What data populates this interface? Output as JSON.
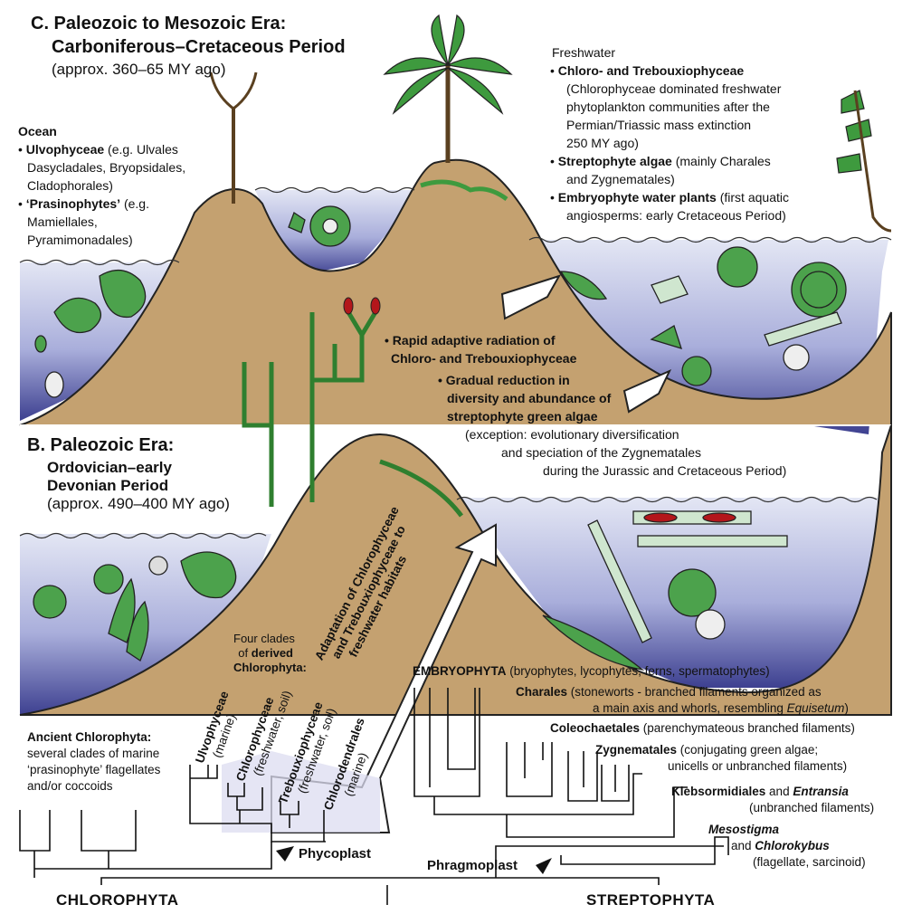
{
  "sectionC": {
    "title1": "C. Paleozoic to Mesozoic Era:",
    "title2": "Carboniferous–Cretaceous Period",
    "age": "(approx. 360–65 MY ago)"
  },
  "ocean": {
    "heading": "Ocean",
    "item1_bold": "Ulvophyceae",
    "item1_a": " (e.g. Ulvales",
    "item1_b": "Dasycladales, Bryopsidales,",
    "item1_c": "Cladophorales)",
    "item2_bold": "‘Prasinophytes’",
    "item2_a": " (e.g.",
    "item2_b": "Mamiellales,",
    "item2_c": "Pyramimonadales)"
  },
  "freshwater": {
    "heading": "Freshwater",
    "item1_bold": "Chloro- and Trebouxiophyceae",
    "item1_a": "(Chlorophyceae dominated freshwater",
    "item1_b": "phytoplankton communities after the",
    "item1_c": "Permian/Triassic mass extinction",
    "item1_d": "250 MY ago)",
    "item2_bold": "Streptophyte algae",
    "item2_a": " (mainly Charales",
    "item2_b": "and Zygnematales)",
    "item3_bold": "Embryophyte water plants",
    "item3_a": " (first aquatic",
    "item3_b": "angiosperms: early Cretaceous Period)"
  },
  "radiation": {
    "line1": "Rapid adaptive radiation of",
    "line2": "Chloro- and Trebouxiophyceae"
  },
  "reduction": {
    "line1": "Gradual reduction in",
    "line2": "diversity and abundance of",
    "line3": "streptophyte green algae",
    "line4": "(exception: evolutionary diversification",
    "line5": "and speciation of the Zygnematales",
    "line6": "during the Jurassic and Cretaceous Period)"
  },
  "sectionB": {
    "title1": "B. Paleozoic Era:",
    "title2": "Ordovician–early",
    "title3": "Devonian Period",
    "age": "(approx. 490–400 MY ago)"
  },
  "adaptation": {
    "line1": "Adaptation of Chlorophyceae",
    "line2": "and Trebouxiophyceae to",
    "line3": "freshwater habitats"
  },
  "fourClades": {
    "line1": "Four clades",
    "line2_pre": "of ",
    "line2_bold": "derived",
    "line3": "Chlorophyta:"
  },
  "ancient": {
    "title": "Ancient Chlorophyta:",
    "line1": "several clades of marine",
    "line2": "‘prasinophyte’ flagellates",
    "line3": "and/or coccoids"
  },
  "clades": {
    "ulvo": "Ulvophyceae",
    "ulvo_hab": "(marine)",
    "chloro": "Chlorophyceae",
    "chloro_hab": "(freshwater, soil)",
    "treb": "Trebouxiophyceae",
    "treb_hab": "(freshwater, soil)",
    "chlorod": "Chlorodendrales",
    "chlorod_hab": "(marine)"
  },
  "phycoplast": "Phycoplast",
  "phragmoplast": "Phragmoplast",
  "embryophyta": {
    "bold": "EMBRYOPHYTA",
    "rest": " (bryophytes, lycophytes, ferns, spermatophytes)"
  },
  "charales": {
    "bold": "Charales",
    "a": " (stoneworts - branched filaments organized as",
    "b": "a main axis and whorls, resembling ",
    "b_i": "Equisetum",
    "b_end": ")"
  },
  "coleo": {
    "bold": "Coleochaetales",
    "rest": " (parenchymateous branched filaments)"
  },
  "zygne": {
    "bold": "Zygnematales",
    "a": " (conjugating green algae;",
    "b": "unicells or unbranched filaments)"
  },
  "klebs": {
    "bold": "Klebsormidiales",
    "mid": " and ",
    "bi": "Entransia",
    "b": "(unbranched filaments)"
  },
  "meso": {
    "bi": "Mesostigma",
    "and": "and ",
    "bi2": "Chlorokybus",
    "b": "(flagellate, sarcinoid)"
  },
  "bottom": {
    "chlorophyta": "CHLOROPHYTA",
    "streptophyta": "STREPTOPHYTA"
  },
  "colors": {
    "land": "#c4a170",
    "water_top": "#dfe2f2",
    "water_bottom": "#3c3f8a",
    "plant": "#3e9a3e",
    "highlight": "#dcdcf0",
    "spore": "#b3161b"
  }
}
